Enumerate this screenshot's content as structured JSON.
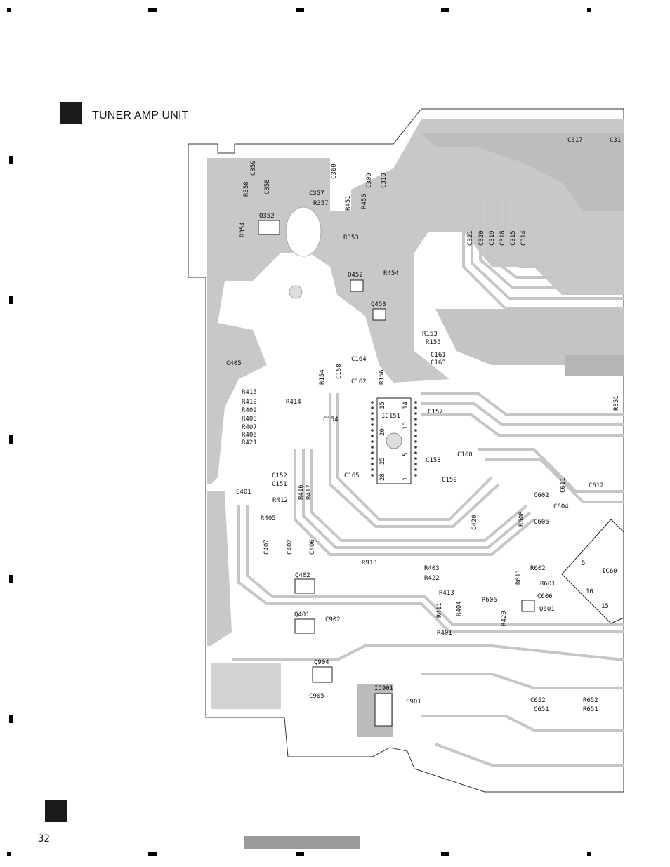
{
  "page": {
    "title": "TUNER AMP UNIT",
    "page_number": "32"
  },
  "board": {
    "name": "TUNER AMP UNIT",
    "labels": [
      "C317",
      "C31",
      "C359",
      "C360",
      "R358",
      "C358",
      "C309",
      "C310",
      "C357",
      "R451",
      "R456",
      "R357",
      "Q352",
      "R354",
      "R353",
      "C321",
      "C320",
      "C319",
      "C318",
      "C315",
      "C314",
      "Q452",
      "R454",
      "Q453",
      "R153",
      "R155",
      "C161",
      "C163",
      "C405",
      "C164",
      "R154",
      "C158",
      "R156",
      "C162",
      "R415",
      "R414",
      "R410",
      "R409",
      "R408",
      "R407",
      "R406",
      "R421",
      "IC151",
      "C157",
      "C154",
      "C153",
      "C160",
      "C159",
      "C165",
      "C152",
      "C151",
      "C401",
      "R416",
      "R417",
      "R412",
      "C611",
      "C612",
      "C602",
      "C604",
      "R351",
      "R405",
      "R608",
      "C605",
      "C420",
      "C407",
      "C402",
      "C406",
      "IC60",
      "R913",
      "R403",
      "R422",
      "R611",
      "R602",
      "R601",
      "Q402",
      "C606",
      "R413",
      "R606",
      "Q601",
      "R411",
      "R404",
      "R420",
      "Q401",
      "C902",
      "R401",
      "Q904",
      "C905",
      "IC901",
      "C901",
      "C652",
      "R652",
      "C651",
      "R651"
    ],
    "ic_pins": {
      "left": [
        "15",
        "20",
        "25",
        "28"
      ],
      "right": [
        "14",
        "10",
        "5",
        "1"
      ]
    },
    "chip_pins": [
      "5",
      "10",
      "15"
    ]
  }
}
